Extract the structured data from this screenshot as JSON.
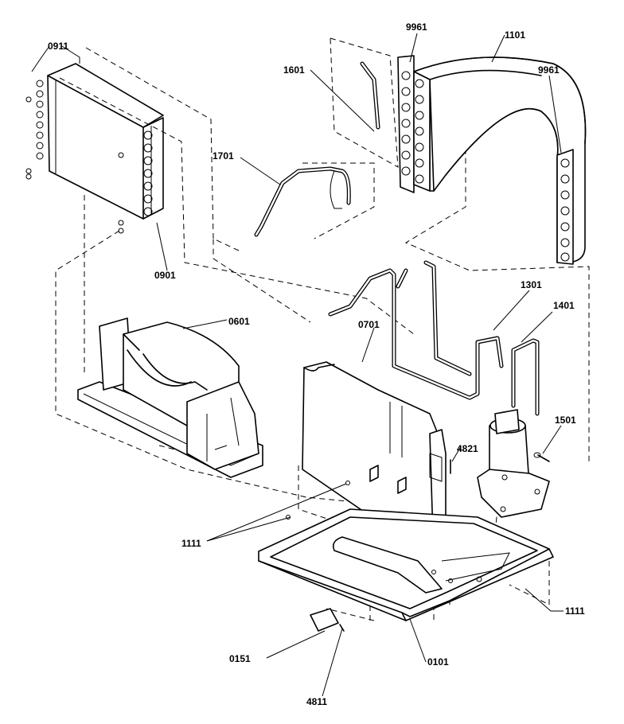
{
  "diagram": {
    "callouts": {
      "p0911": "0911",
      "p9961a": "9961",
      "p1101": "1101",
      "p9961b": "9961",
      "p1601": "1601",
      "p1701": "1701",
      "p0901": "0901",
      "p0601": "0601",
      "p1301": "1301",
      "p1401": "1401",
      "p0701": "0701",
      "p1501": "1501",
      "p4821": "4821",
      "p1111a": "1111",
      "p1111b": "1111",
      "p0151": "0151",
      "p0101": "0101",
      "p4811": "4811"
    }
  }
}
